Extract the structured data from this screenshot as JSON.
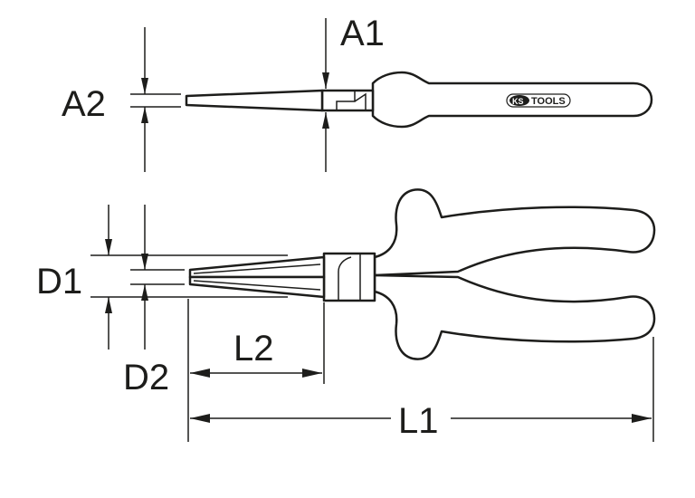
{
  "labels": {
    "a1": "A1",
    "a2": "A2",
    "d1": "D1",
    "d2": "D2",
    "l1": "L1",
    "l2": "L2"
  },
  "logo": {
    "brand_ks": "KS",
    "brand_tools": "TOOLS"
  },
  "colors": {
    "line": "#1d1d1b",
    "background": "#ffffff"
  }
}
